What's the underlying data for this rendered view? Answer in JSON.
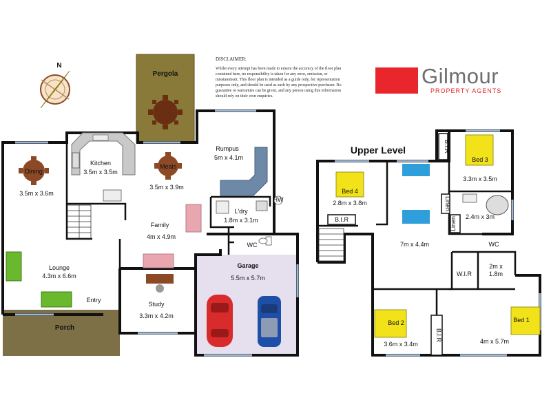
{
  "disclaimer": {
    "title": "DISCLAIMER:",
    "body": "Whilst every attempt has been made to ensure the accuracy of the floor plan contained here, no responsibility is taken for any error, omission, or misstatement. This floor plan is intended as a guide only, for representation purposes only, and should be used as such by any prospective purchaser. No guarantee or warranties can be given, and any person using this information should rely on their own enquiries."
  },
  "logo": {
    "name": "Gilmour",
    "subtitle": "PROPERTY AGENTS",
    "brand_red": "#e8262b"
  },
  "compass": {
    "north": "N"
  },
  "ground": {
    "pergola": "Pergola",
    "dining": {
      "name": "Dining",
      "size": "3.5m x 3.6m"
    },
    "kitchen": {
      "name": "Kitchen",
      "size": "3.5m x 3.5m"
    },
    "meals": {
      "name": "Meals",
      "size": "3.5m x 3.9m"
    },
    "rumpus": {
      "name": "Rumpus",
      "size": "5m x 4.1m"
    },
    "laundry": {
      "name": "L'dry",
      "size": "1.8m x 3.1m"
    },
    "family": {
      "name": "Family",
      "size": "4m x 4.9m"
    },
    "wc": "WC",
    "lounge": {
      "name": "Lounge",
      "size": "4.3m x 6.6m"
    },
    "entry": "Entry",
    "study": {
      "name": "Study",
      "size": "3.3m x 4.2m"
    },
    "garage": {
      "name": "Garage",
      "size": "5.5m x 5.7m"
    },
    "porch": "Porch",
    "hw": "HW"
  },
  "upper": {
    "title": "Upper Level",
    "bed4": {
      "name": "Bed 4",
      "size": "2.8m x 3.8m"
    },
    "bir4": "B.I.R",
    "bir3": "B.I.R",
    "bed3": {
      "name": "Bed 3",
      "size": "3.3m x 3.5m"
    },
    "linen1": "Linen",
    "linen2": "Linen",
    "bath": {
      "size": "2.4m x 3m"
    },
    "living": {
      "size": "7m x 4.4m"
    },
    "wc": "WC",
    "ensuite": {
      "size_line1": "2m x",
      "size_line2": "1.8m"
    },
    "wir": "W.I.R",
    "bed2": {
      "name": "Bed 2",
      "size": "3.6m x 3.4m"
    },
    "bir2": "B.I.R",
    "bed1": {
      "name": "Bed 1",
      "size": "4m x 5.7m"
    }
  },
  "colors": {
    "wall": "#111111",
    "pergola": "#8a7a3a",
    "porch": "#7d7046",
    "garage_floor": "#e6e0ee",
    "bed": "#f2e21a",
    "sofa_blue": "#2f9fdc",
    "sofa_green": "#6ab82e",
    "sofa_pink": "#e8a7b0",
    "sofa_slate": "#6e88a8",
    "table_brown": "#8b4a25",
    "car_red": "#d92b2b",
    "car_blue": "#1e4fa8"
  }
}
